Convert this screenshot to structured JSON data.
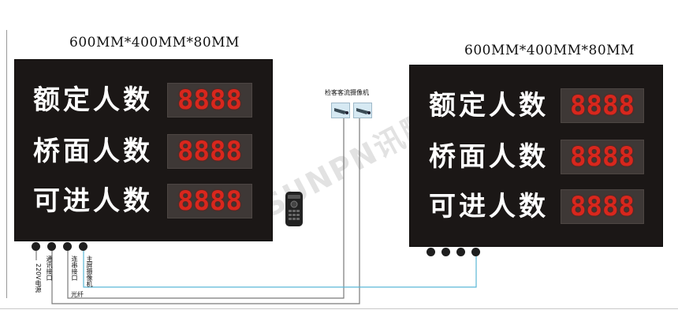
{
  "panels": [
    {
      "dimension": "600MM*400MM*80MM",
      "rows": [
        {
          "label": "额定人数",
          "digits": "8888"
        },
        {
          "label": "桥面人数",
          "digits": "8888"
        },
        {
          "label": "可进人数",
          "digits": "8888"
        }
      ]
    },
    {
      "dimension": "600MM*400MM*80MM",
      "rows": [
        {
          "label": "额定人数",
          "digits": "8888"
        },
        {
          "label": "桥面人数",
          "digits": "8888"
        },
        {
          "label": "可进人数",
          "digits": "8888"
        }
      ]
    }
  ],
  "camera_label": "检客客流摄像机",
  "watermark": "SUNPN讯鹏",
  "cable_labels": {
    "comm": "通讯接口",
    "power": "220V电源",
    "relay": "连串接口",
    "camera_in": "主屏摄像机",
    "fiber": "光纤"
  },
  "colors": {
    "panel": "#1b1716",
    "digit_red": "#d8271d",
    "wire_blue": "#5ab8d6",
    "wire_grey": "#7a7a7a"
  }
}
